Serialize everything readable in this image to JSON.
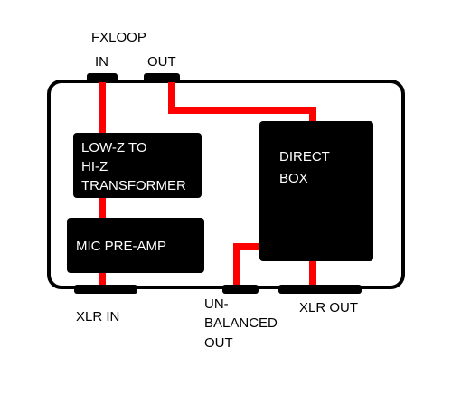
{
  "colors": {
    "signal": "#ff0000",
    "block": "#000000",
    "block_text": "#ffffff",
    "label": "#000000",
    "background": "#ffffff"
  },
  "labels": {
    "fx_loop": "FXLOOP",
    "fx_in": "IN",
    "fx_out": "OUT",
    "xlr_in": "XLR IN",
    "unbalanced_line1": "UN-",
    "unbalanced_line2": "BALANCED",
    "unbalanced_line3": "OUT",
    "xlr_out": "XLR OUT"
  },
  "blocks": {
    "transformer_line1": "LOW-Z TO",
    "transformer_line2": "HI-Z",
    "transformer_line3": "TRANSFORMER",
    "preamp": "MIC PRE-AMP",
    "direct_box_line1": "DIRECT",
    "direct_box_line2": "BOX"
  }
}
